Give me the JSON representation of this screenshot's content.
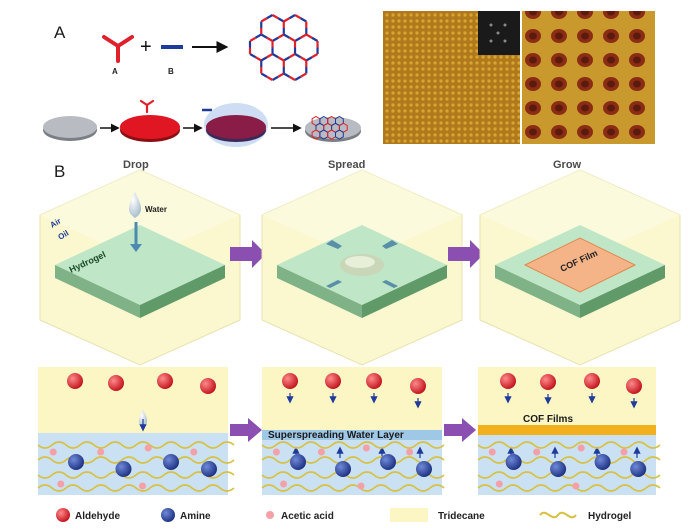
{
  "panels": {
    "a": "A",
    "b": "B"
  },
  "reaction": {
    "monomer_a": "A",
    "monomer_b": "B"
  },
  "stages": {
    "drop": "Drop",
    "spread": "Spread",
    "grow": "Grow"
  },
  "phase_labels": {
    "air": "Air",
    "oil": "Oil"
  },
  "cube_labels": {
    "water": "Water",
    "hydrogel": "Hydrogel",
    "cof_film": "COF Film"
  },
  "layer_labels": {
    "water_layer": "Superspreading Water Layer",
    "cof_films": "COF Films"
  },
  "legend": {
    "aldehyde": "Aldehyde",
    "amine": "Amine",
    "acetic_acid": "Acetic acid",
    "tridecane": "Tridecane",
    "hydrogel": "Hydrogel"
  },
  "colors": {
    "red": "#e0202a",
    "blue": "#1e3a9a",
    "tridecane": "#fbf6c4",
    "water": "#c9e1f2",
    "hydrogel_line": "#d8c040",
    "cof": "#f2b01c",
    "arrow": "#8a4fb0"
  }
}
